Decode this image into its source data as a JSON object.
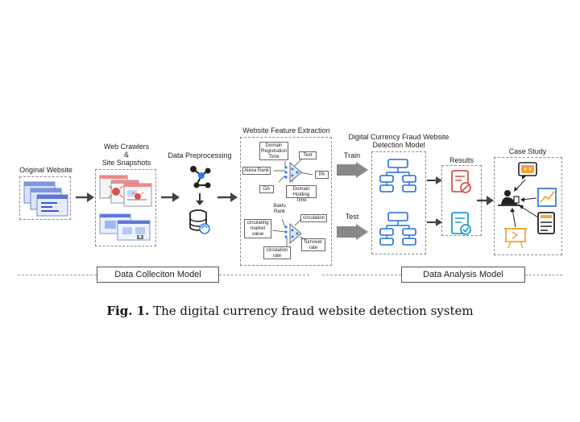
{
  "stages": {
    "original_website": "Original Website",
    "web_crawlers": "Web Crawlers",
    "ampersand": "&",
    "site_snapshots": "Site Snapshots",
    "data_preprocessing": "Data Preprocessing",
    "feature_extraction": "Website Feature Extraction",
    "detection_model_line1": "Digital Currency Fraud Website",
    "detection_model_line2": "Detection Model",
    "results": "Results",
    "case_study": "Case Study",
    "train": "Train",
    "test": "Test"
  },
  "features_top": {
    "domain_registration_time_1": "Domain",
    "domain_registration_time_2": "Registration",
    "domain_registration_time_3": "Time",
    "text": "Text",
    "alexa_rank": "Alexa Rank",
    "pa": "PA",
    "da": "DA",
    "domain_holding_time_1": "Domain",
    "domain_holding_time_2": "Holding Time"
  },
  "features_bottom": {
    "baidu_rank_1": "Baidu",
    "baidu_rank_2": "Rank",
    "circulation": "circulation",
    "circ_market_value_1": "circulating",
    "circ_market_value_2": "market",
    "circ_market_value_3": "value",
    "turnover_rate_1": "turnover",
    "turnover_rate_2": "rate",
    "circulation_rate_1": "circulation",
    "circulation_rate_2": "rate"
  },
  "modules": {
    "collection": "Data Colleciton Model",
    "analysis": "Data Analysis Model"
  },
  "caption": {
    "prefix": "Fig. 1.",
    "text": " The digital currency fraud website detection system"
  }
}
